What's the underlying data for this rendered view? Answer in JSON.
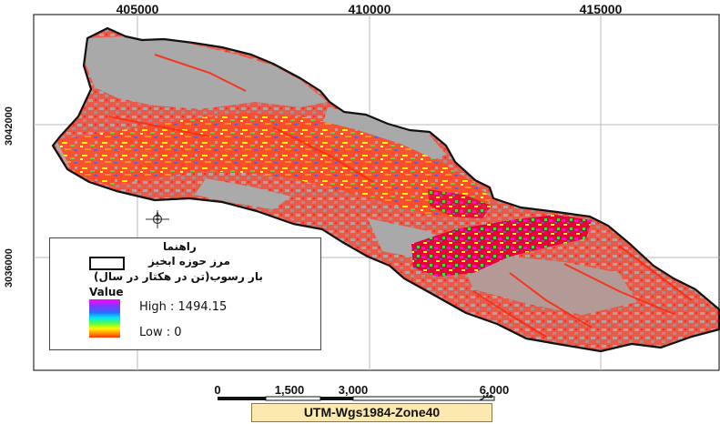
{
  "map": {
    "top_ticks": [
      "405000",
      "410000",
      "415000"
    ],
    "left_ticks": [
      "3042000",
      "3036000"
    ],
    "colors": {
      "frame": "#000000",
      "gridline": "#b8b8b8",
      "background": "#ffffff",
      "basin_gray": "#a7a7a7",
      "erosion_red": "#ff3b2a",
      "erosion_orange": "#ff9a1a",
      "erosion_yellow": "#ffff00",
      "erosion_green": "#35e83a",
      "erosion_blue": "#2e6bff",
      "erosion_magenta": "#ff00ff"
    },
    "icons": {
      "north_arrow": "compass-rose-icon"
    }
  },
  "legend": {
    "title": "راهنما",
    "boundary_label": "مرز حوزه ابخیز",
    "sediment_label": "بار رسوب(تن در هکتار در سال)",
    "value_label": "Value",
    "high_label": "High : 1494.15",
    "low_label": "Low : 0"
  },
  "scale_bar": {
    "labels": [
      "0",
      "1,500",
      "3,000",
      "6,000"
    ],
    "unit": "متر"
  },
  "projection": "UTM-Wgs1984-Zone40"
}
